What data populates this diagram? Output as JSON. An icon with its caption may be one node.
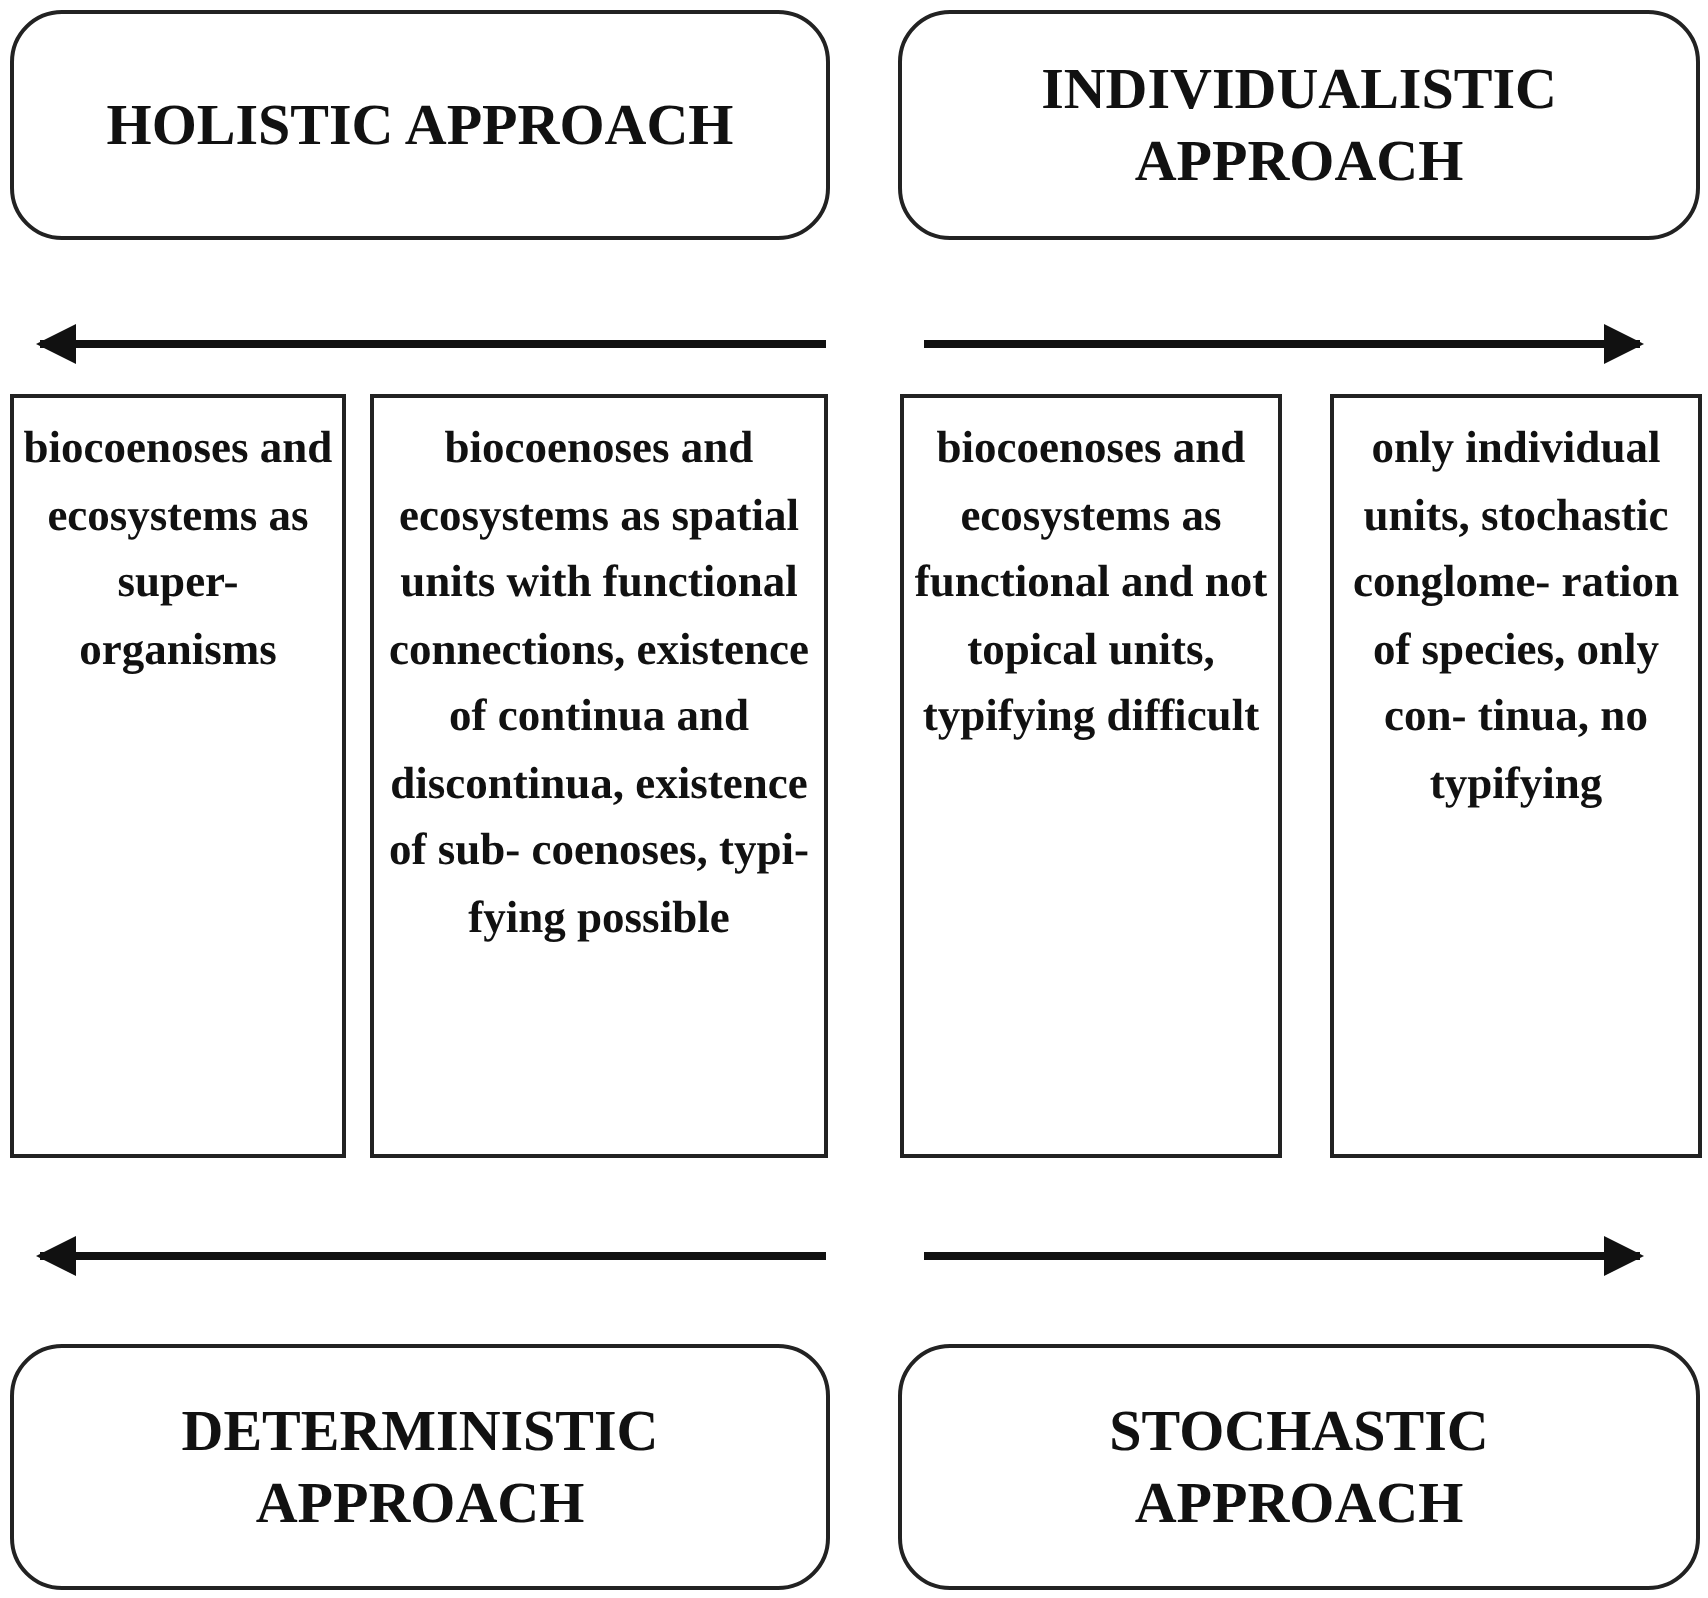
{
  "diagram": {
    "nodes": [
      {
        "text": [
          "HOLISTIC APPROACH"
        ]
      },
      {
        "text": [
          "INDIVIDUALISTIC APPROACH"
        ]
      },
      {
        "text": [
          "biocoenoses and ecosystems as super- organisms"
        ]
      },
      {
        "text": [
          "biocoenoses and ecosystems as spatial units with functional connections, existence of continua and discontinua, existence of sub- coenoses, typi- fying possible"
        ]
      },
      {
        "text": [
          "biocoenoses and ecosystems as functional and not topical units, typifying difficult"
        ]
      },
      {
        "text": [
          "only individual units, stochastic conglome- ration of species, only con- tinua, no typifying"
        ]
      },
      {
        "text": [
          "DETERMINISTIC APPROACH"
        ]
      },
      {
        "text": [
          "STOCHASTIC APPROACH"
        ]
      }
    ]
  }
}
